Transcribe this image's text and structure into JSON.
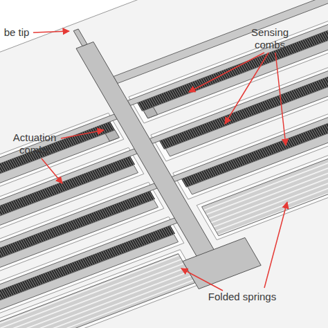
{
  "diagram": {
    "labels": [
      "be tip",
      "Actuation combs",
      "Sensing combs",
      "Folded springs"
    ]
  }
}
